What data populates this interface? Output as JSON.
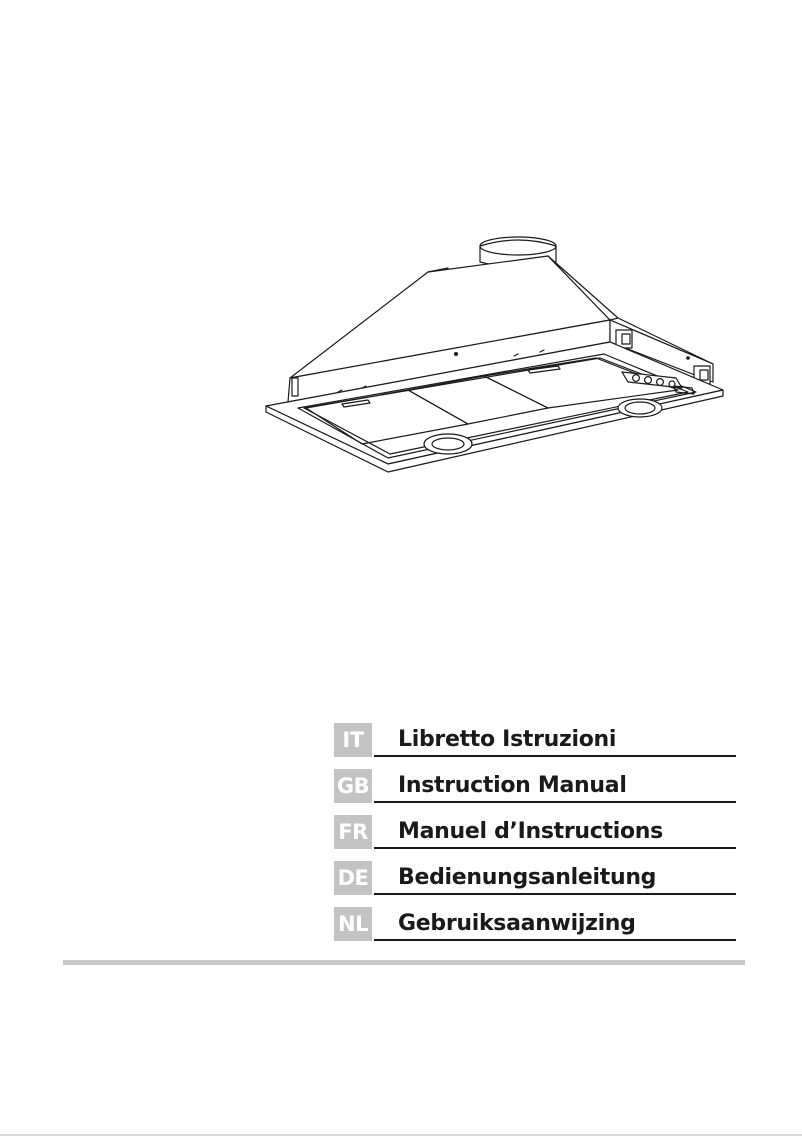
{
  "illustration": {
    "icon": "range-hood-drawing"
  },
  "languages": [
    {
      "code": "IT",
      "title": "Libretto Istruzioni"
    },
    {
      "code": "GB",
      "title": "Instruction Manual"
    },
    {
      "code": "FR",
      "title": "Manuel d’Instructions"
    },
    {
      "code": "DE",
      "title": "Bedienungsanleitung"
    },
    {
      "code": "NL",
      "title": "Gebruiksaanwijzing"
    }
  ],
  "colors": {
    "code_badge": "#c3c3c3",
    "text": "#1a1a1a",
    "divider": "#c8c8c8"
  }
}
